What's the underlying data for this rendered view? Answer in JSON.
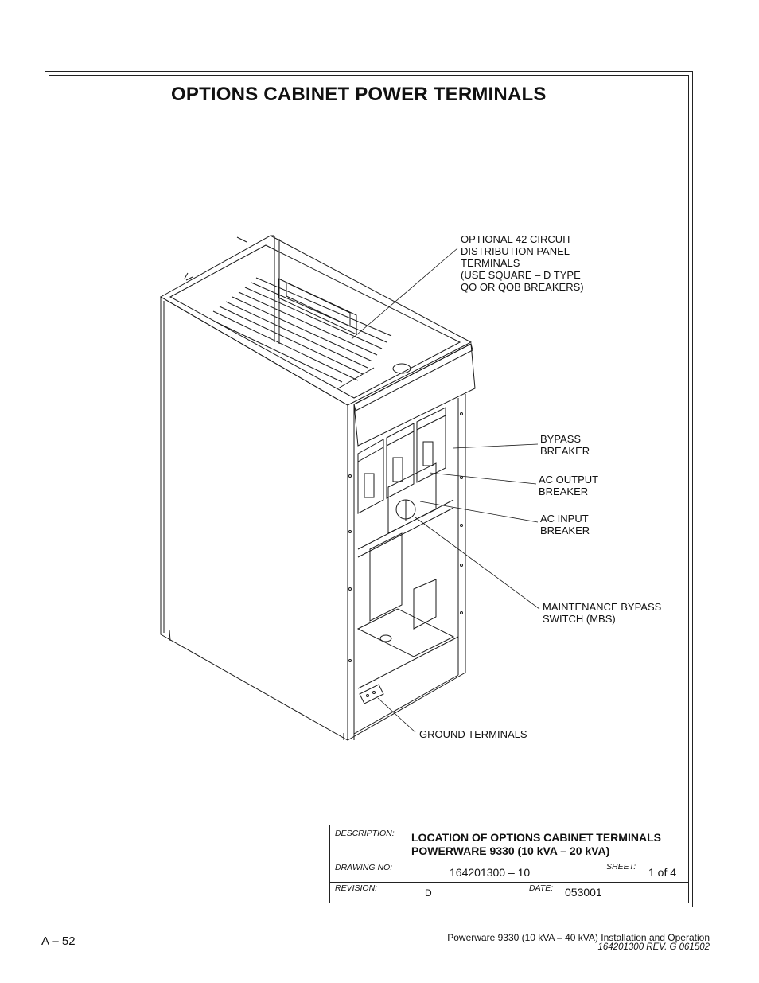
{
  "figure": {
    "title": "OPTIONS CABINET POWER TERMINALS",
    "callouts": {
      "distribution_panel": "OPTIONAL 42 CIRCUIT\nDISTRIBUTION PANEL\nTERMINALS\n(USE SQUARE – D TYPE\nQO OR QOB BREAKERS)",
      "bypass_breaker": "BYPASS\nBREAKER",
      "ac_output_breaker": "AC OUTPUT\nBREAKER",
      "ac_input_breaker": "AC INPUT\nBREAKER",
      "mbs": "MAINTENANCE BYPASS\nSWITCH (MBS)",
      "ground_terminals": "GROUND TERMINALS"
    }
  },
  "title_block": {
    "description_label": "DESCRIPTION:",
    "description_line1": "LOCATION OF OPTIONS CABINET TERMINALS",
    "description_line2": "POWERWARE 9330 (10 kVA – 20 kVA)",
    "drawing_no_label": "DRAWING NO:",
    "drawing_no": "164201300 – 10",
    "sheet_label": "SHEET:",
    "sheet": "1 of 4",
    "revision_label": "REVISION:",
    "revision": "D",
    "date_label": "DATE:",
    "date": "053001"
  },
  "footer": {
    "page_number": "A – 52",
    "manual_title": "Powerware 9330 (10 kVA – 40 kVA) Installation and Operation",
    "doc_rev": "164201300 REV. G  061502"
  }
}
